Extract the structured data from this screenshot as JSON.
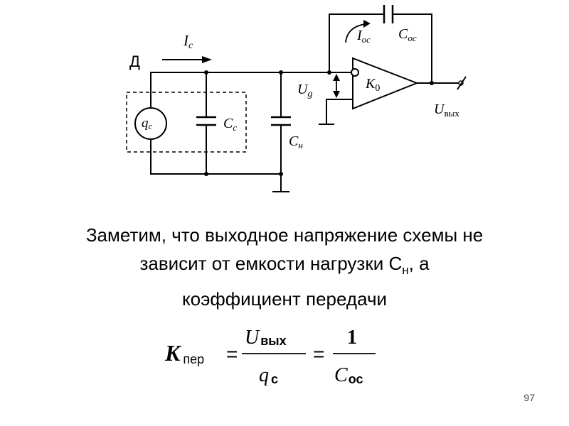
{
  "circuit": {
    "labels": {
      "detector": "Д",
      "current_main": "I",
      "current_main_sub": "с",
      "charge": "q",
      "charge_sub": "с",
      "cap_detector": "C",
      "cap_detector_sub": "с",
      "cap_load": "C",
      "cap_load_sub": "н",
      "voltage_in": "U",
      "voltage_in_sub": "g",
      "gain": "K",
      "gain_sub": "0",
      "current_fb": "I",
      "current_fb_sub": "ос",
      "cap_fb": "C",
      "cap_fb_sub": "ос",
      "voltage_out": "U",
      "voltage_out_sub": "вых"
    }
  },
  "caption": {
    "line1": "Заметим, что выходное напряжение схемы не",
    "line2_prefix": "зависит от емкости нагрузки С",
    "line2_sub": "н",
    "line2_suffix": ", а",
    "line3": "коэффициент передачи"
  },
  "formula": {
    "lhs_symbol": "K",
    "lhs_sub": "пер",
    "eq1": "=",
    "frac1_num": "U",
    "frac1_num_sub": "вых",
    "frac1_den": "q",
    "frac1_den_sub": "с",
    "eq2": "=",
    "frac2_num": "1",
    "frac2_den": "C",
    "frac2_den_sub": "ос"
  },
  "slide_number": "97"
}
